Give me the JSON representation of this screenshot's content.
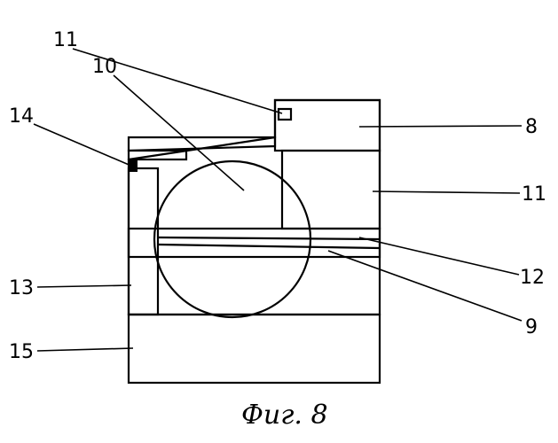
{
  "figure": {
    "caption": "Фиг. 8",
    "labels": {
      "l11_top": "11",
      "l10": "10",
      "l14": "14",
      "l8": "8",
      "l11_right": "11",
      "l12": "12",
      "l9": "9",
      "l13": "13",
      "l15": "15"
    }
  }
}
